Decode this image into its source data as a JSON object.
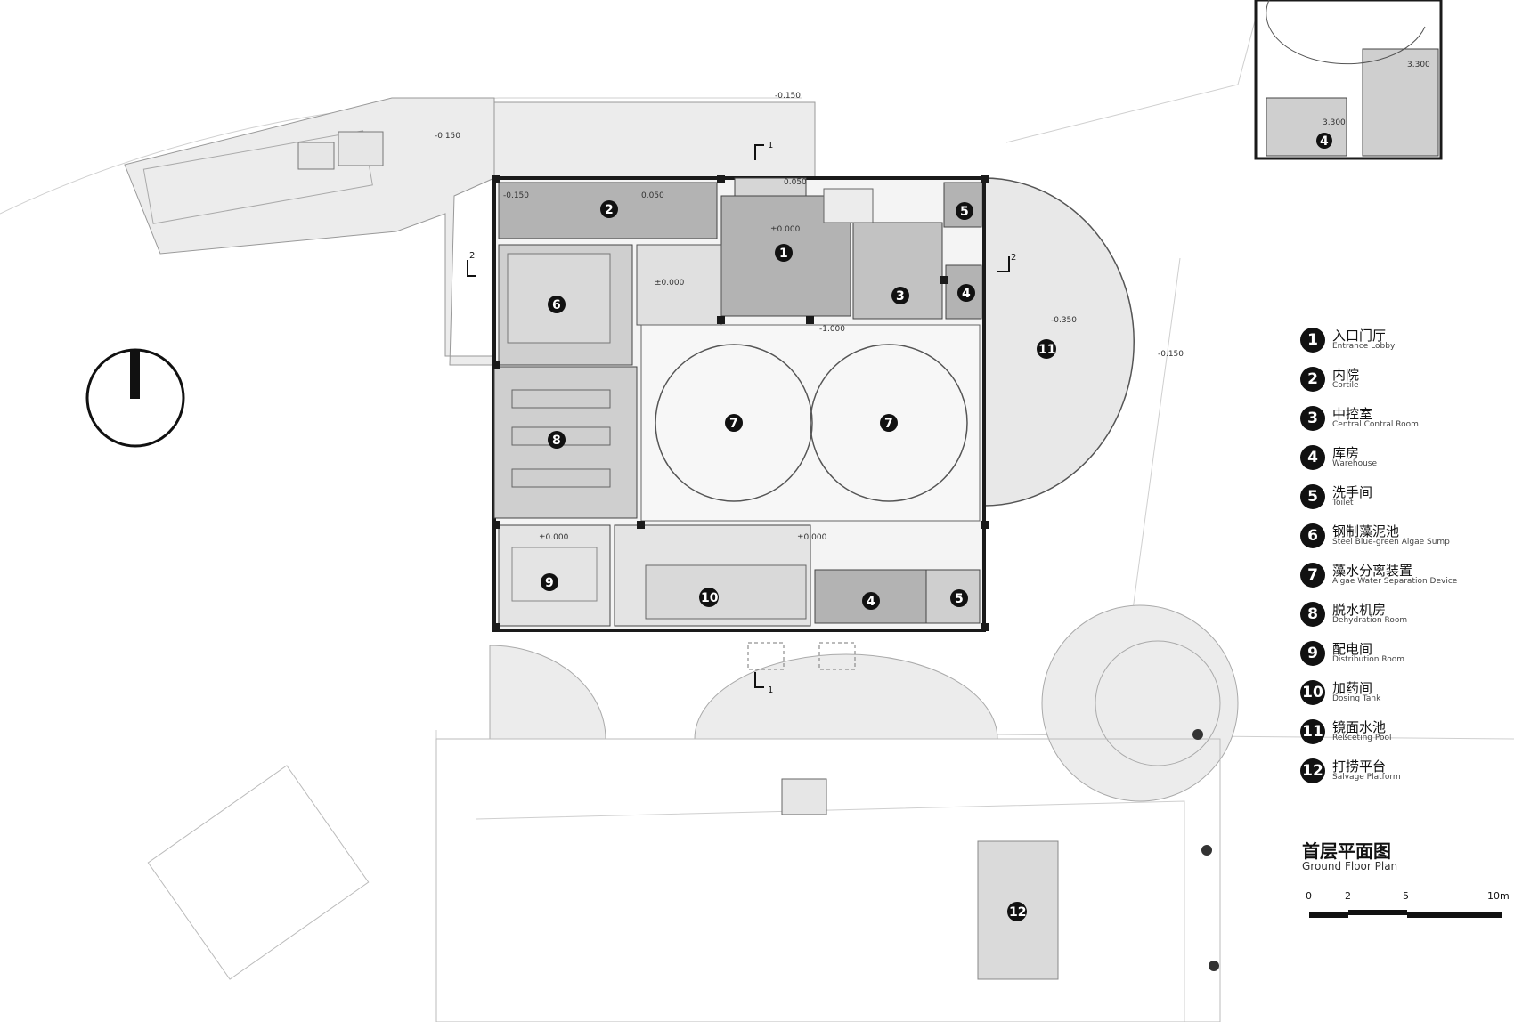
{
  "drawing": {
    "title_cn": "首层平面图",
    "title_en": "Ground Floor Plan"
  },
  "scale_bar": {
    "labels": [
      "0",
      "2",
      "5",
      "10m"
    ]
  },
  "elevations": {
    "e1": "-0.150",
    "e2": "-0.150",
    "e3": "-0.150",
    "e4": "0.050",
    "e5": "0.050",
    "e6": "±0.000",
    "e7": "±0.000",
    "e8": "-1.000",
    "e9": "-0.350",
    "e10": "-0.150",
    "e11": "±0.000",
    "e12": "±0.000",
    "e13": "3.300",
    "e14": "3.300"
  },
  "section_marks": {
    "s1_top": "1",
    "s1_bottom": "1",
    "s2_left": "2",
    "s2_right": "2"
  },
  "room_tags": {
    "t1": "1",
    "t2": "2",
    "t3": "3",
    "t4a": "4",
    "t4b": "4",
    "t4c": "4",
    "t5a": "5",
    "t5b": "5",
    "t6": "6",
    "t7a": "7",
    "t7b": "7",
    "t8": "8",
    "t9": "9",
    "t10": "10",
    "t11": "11",
    "t12": "12"
  },
  "legend": [
    {
      "num": "1",
      "cn": "入口门厅",
      "en": "Entrance Lobby"
    },
    {
      "num": "2",
      "cn": "内院",
      "en": "Cortile"
    },
    {
      "num": "3",
      "cn": "中控室",
      "en": "Central Contral Room"
    },
    {
      "num": "4",
      "cn": "库房",
      "en": "Warehouse"
    },
    {
      "num": "5",
      "cn": "洗手间",
      "en": "Toilet"
    },
    {
      "num": "6",
      "cn": "钢制藻泥池",
      "en": "Steel Blue-green Algae Sump"
    },
    {
      "num": "7",
      "cn": "藻水分离装置",
      "en": "Algae Water Separation Device"
    },
    {
      "num": "8",
      "cn": "脱水机房",
      "en": "Dehydration Room"
    },
    {
      "num": "9",
      "cn": "配电间",
      "en": "Distribution Room"
    },
    {
      "num": "10",
      "cn": "加药间",
      "en": "Dosing Tank"
    },
    {
      "num": "11",
      "cn": "镜面水池",
      "en": "Reßceting Pool"
    },
    {
      "num": "12",
      "cn": "打捞平台",
      "en": "Salvage Platform"
    }
  ],
  "colors": {
    "wall": "#1a1a1a",
    "dark_room": "#b3b3b3",
    "mid_room": "#cfcfcf",
    "light_room": "#e4e4e4",
    "paving": "#ececec",
    "line": "#999999"
  }
}
